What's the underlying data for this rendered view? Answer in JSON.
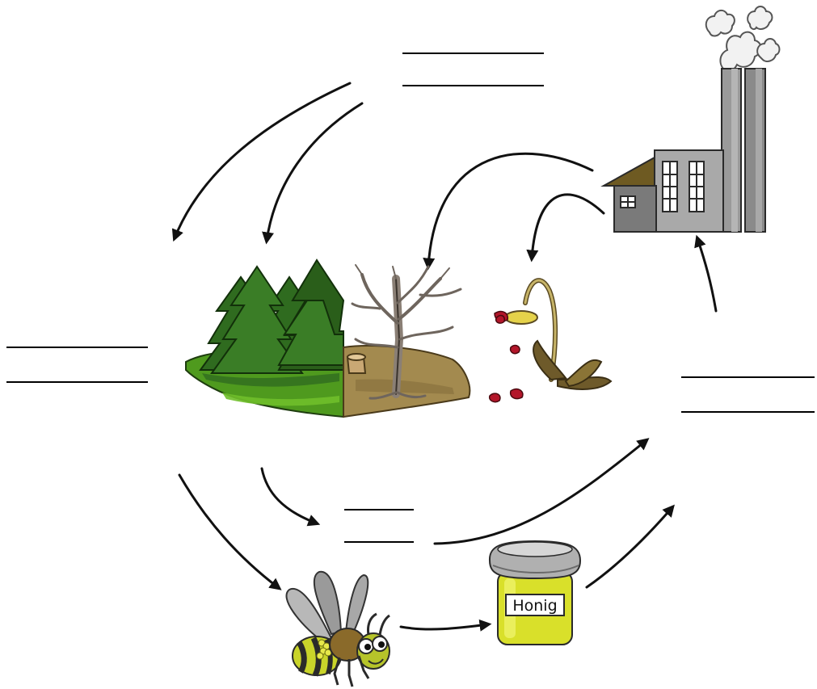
{
  "honey_jar": {
    "label": "Honig"
  },
  "colors": {
    "forest_green": "#2f6b1f",
    "grass_green": "#4f9a1e",
    "dry_soil": "#a38a4f",
    "factory_gray": "#8a8a8a",
    "honey_yellow": "#d9e02a",
    "bee_yellow": "#c9d42a"
  },
  "icons": [
    "healthy-forest-icon",
    "dead-tree-icon",
    "wilted-flower-icon",
    "factory-icon",
    "bee-icon",
    "honey-jar-icon"
  ],
  "blanks": [
    "answer-top",
    "answer-left",
    "answer-right",
    "answer-middle-bottom"
  ]
}
